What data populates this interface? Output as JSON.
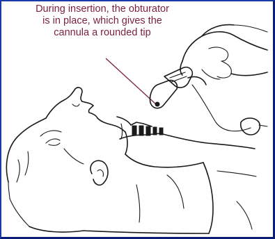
{
  "caption": {
    "lines": [
      "During insertion, the obturator",
      "is in place, which gives the",
      "cannula a rounded tip"
    ]
  },
  "colors": {
    "caption_text": "#7a1f3c",
    "leader_line": "#7a1f3c",
    "frame_border": "#1a3aa8",
    "ink": "#1a1a1a"
  }
}
